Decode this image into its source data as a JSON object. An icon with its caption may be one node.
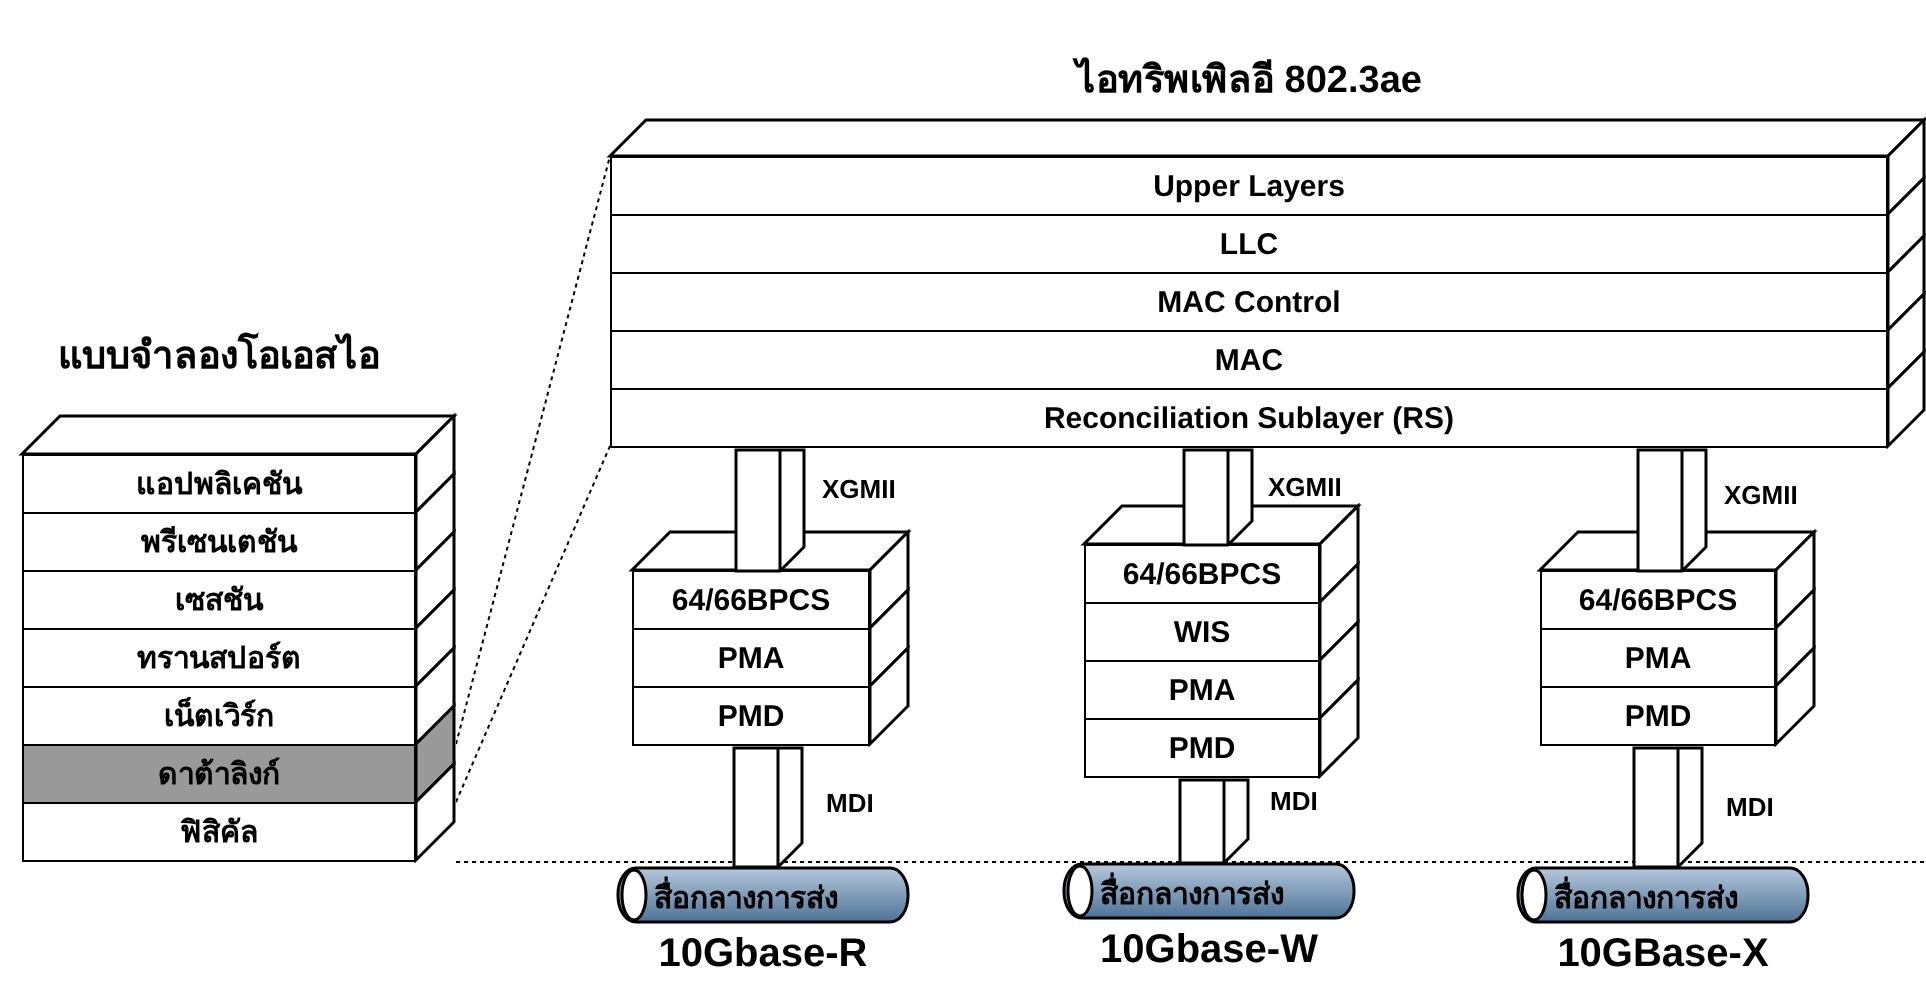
{
  "diagram": {
    "nodes": [
      {
        "text": [
          "แบบจำลองโอเอสไอ"
        ]
      },
      {
        "text": [
          "แอปพลิเคชัน"
        ],
        "in": 0
      },
      {
        "text": [
          "พรีเซนเตชัน"
        ],
        "in": 0
      },
      {
        "text": [
          "เซสชัน"
        ],
        "in": 0
      },
      {
        "text": [
          "ทรานสปอร์ต"
        ],
        "in": 0
      },
      {
        "text": [
          "เน็ตเวิร์ก"
        ],
        "in": 0
      },
      {
        "text": [
          "ดาต้าลิงก์"
        ],
        "in": 0
      },
      {
        "text": [
          "ฟิสิคัล"
        ],
        "in": 0
      },
      {
        "text": [
          "ไอทริพเพิลอี 802.3ae"
        ]
      },
      {
        "text": [
          "Upper Layers"
        ],
        "in": 8
      },
      {
        "text": [
          "LLC"
        ],
        "in": 8
      },
      {
        "text": [
          "MAC Control"
        ],
        "in": 8
      },
      {
        "text": [
          "MAC"
        ],
        "in": 8
      },
      {
        "text": [
          "Reconciliation Sublayer (RS)"
        ],
        "in": 8
      },
      {
        "text": [],
        "shape": "box"
      },
      {
        "text": [
          "64/66BPCS"
        ],
        "in": 14
      },
      {
        "text": [
          "PMA"
        ],
        "in": 14
      },
      {
        "text": [
          "PMD"
        ],
        "in": 14
      },
      {
        "text": [],
        "shape": "box"
      },
      {
        "text": [
          "64/66BPCS"
        ],
        "in": 18
      },
      {
        "text": [
          "WIS"
        ],
        "in": 18
      },
      {
        "text": [
          "PMA"
        ],
        "in": 18
      },
      {
        "text": [
          "PMD"
        ],
        "in": 18
      },
      {
        "text": [],
        "shape": "box"
      },
      {
        "text": [
          "64/66BPCS"
        ],
        "in": 23
      },
      {
        "text": [
          "PMA"
        ],
        "in": 23
      },
      {
        "text": [
          "PMD"
        ],
        "in": 23
      },
      {
        "text": [
          "สื่อกลางการส่ง"
        ],
        "beside": [
          "10Gbase-R"
        ]
      },
      {
        "text": [
          "สื่อกลางการส่ง"
        ],
        "beside": [
          "10Gbase-W"
        ]
      },
      {
        "text": [
          "สื่อกลางการส่ง"
        ],
        "beside": [
          "10GBase-X"
        ]
      }
    ],
    "edges": [
      {
        "from": 6,
        "to": 8,
        "arrow": "none",
        "style": "dashed"
      },
      {
        "from": 6,
        "to": 8,
        "arrow": "none",
        "style": "dashed"
      },
      {
        "from": 13,
        "to": 15,
        "arrow": "none",
        "label": "XGMII"
      },
      {
        "from": 13,
        "to": 19,
        "arrow": "none",
        "label": "XGMII"
      },
      {
        "from": 13,
        "to": 24,
        "arrow": "none",
        "label": "XGMII"
      },
      {
        "from": 17,
        "to": 27,
        "arrow": "none",
        "label": "MDI"
      },
      {
        "from": 22,
        "to": 28,
        "arrow": "none",
        "label": "MDI"
      },
      {
        "from": 26,
        "to": 29,
        "arrow": "none",
        "label": "MDI"
      }
    ]
  }
}
